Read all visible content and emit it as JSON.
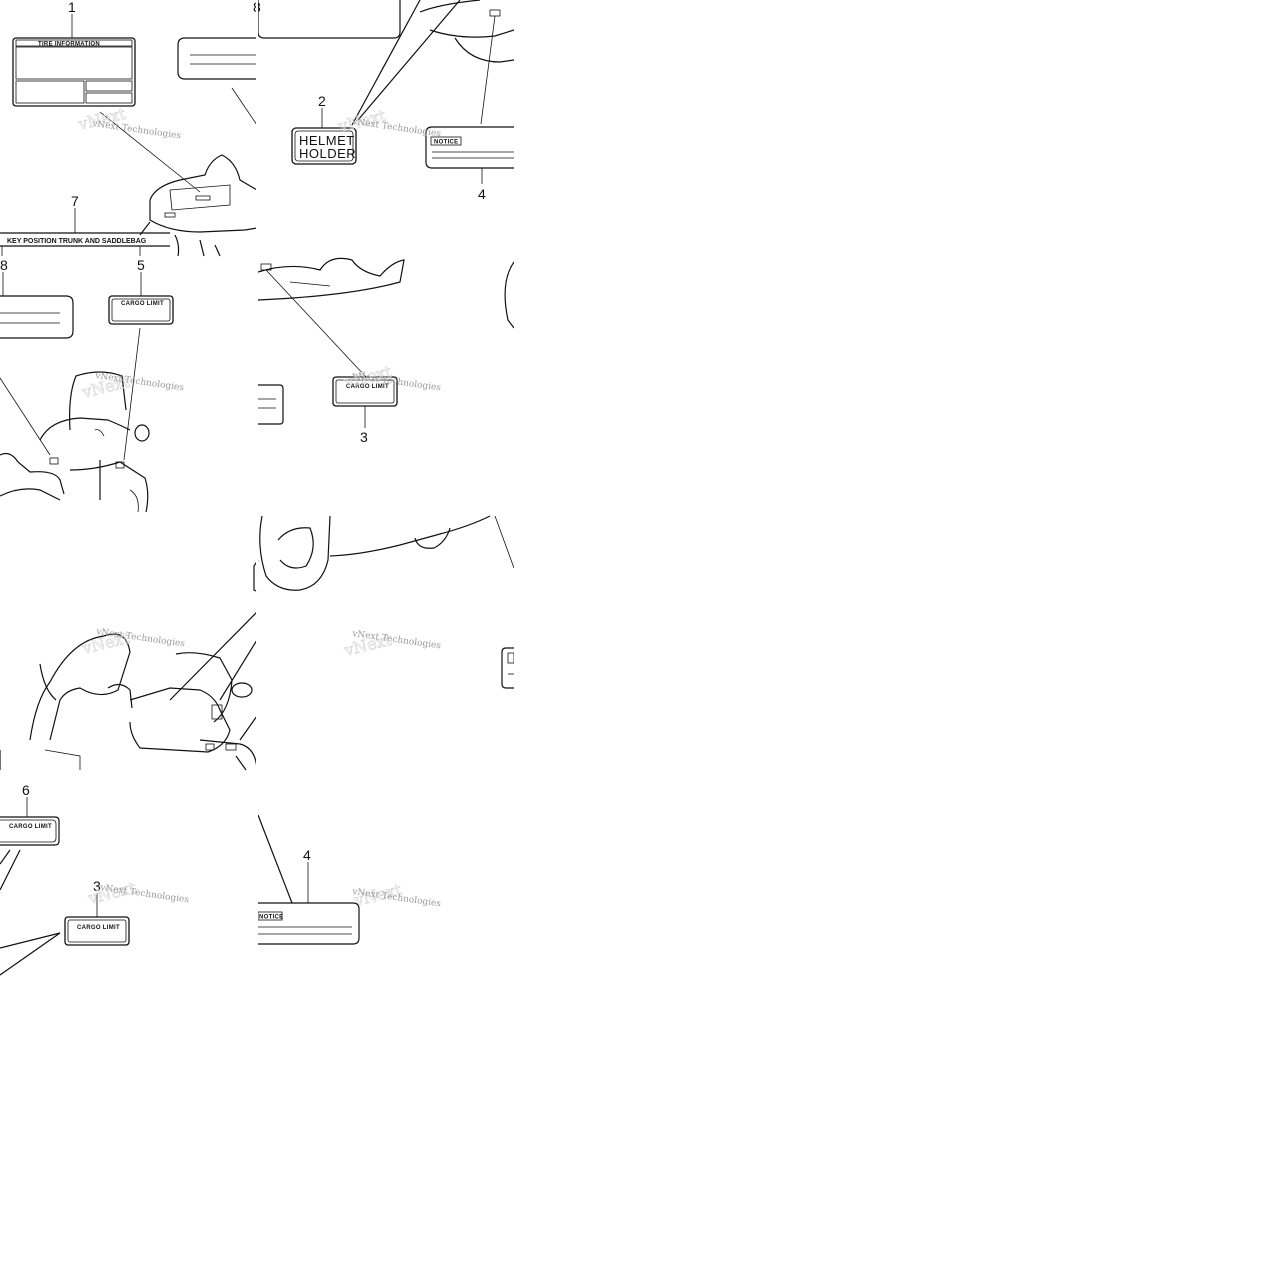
{
  "callouts": {
    "c1": "1",
    "c2": "2",
    "c3a": "3",
    "c3b": "3",
    "c4a": "4",
    "c4b": "4",
    "c5": "5",
    "c6": "6",
    "c7": "7",
    "c8": "8"
  },
  "labels": {
    "tire_info": "TIRE INFORMATION",
    "helmet_line1": "HELMET",
    "helmet_line2": "HOLDER",
    "notice": "NOTICE",
    "key_position": "KEY POSITION TRUNK AND SADDLEBAG",
    "cargo_limit": "CARGO LIMIT"
  },
  "watermark": "vNext Technologies",
  "colors": {
    "line": "#111111",
    "watermark": "#9a9a9a",
    "background": "#ffffff"
  }
}
